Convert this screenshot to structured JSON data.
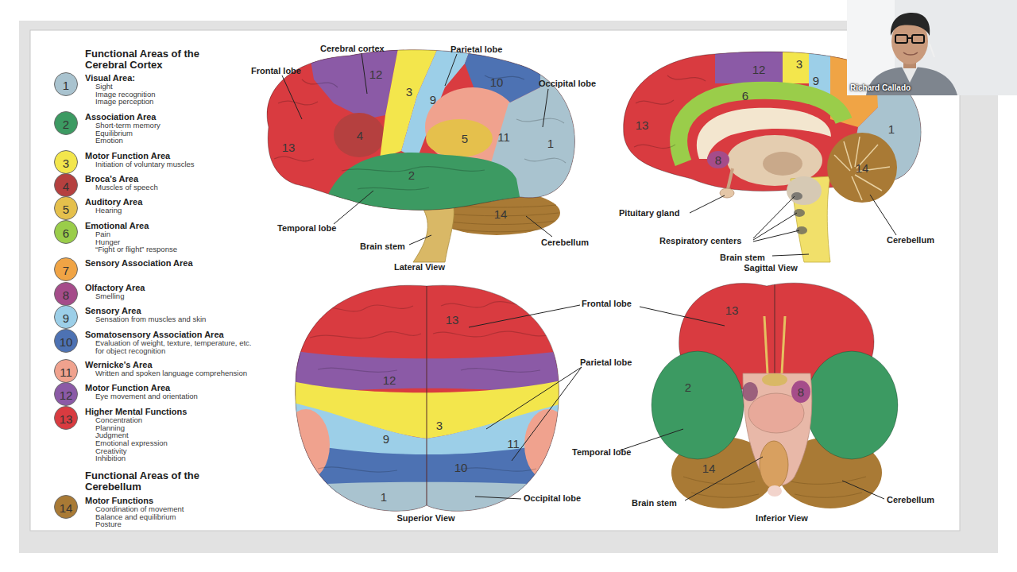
{
  "diagram": {
    "title": "Functional Areas of the Cerebral Cortex",
    "labels": [
      "1",
      "Sight",
      "Image recognition",
      "Image perception",
      "2",
      "Short-term memory",
      "Equilibrium",
      "Emotion",
      "3",
      "Initiation of voluntary muscles",
      "4",
      "Muscles of speech",
      "5",
      "Hearing",
      "6",
      "Pain",
      "Hunger",
      "“Fight or flight” response",
      "7",
      "8",
      "Smelling",
      "9",
      "Sensation from muscles and skin",
      "10",
      "Evaluation of weight, texture, temperature, etc. for object recognition",
      "11",
      "Written and spoken language comprehension",
      "12",
      "Eye movement and orientation",
      "13",
      "Concentration",
      "Planning",
      "Judgment",
      "Emotional expression",
      "Creativity",
      "Inhibition",
      "Functional Areas of the Cerebellum",
      "14",
      "Coordination of movement",
      "Balance and equilibrium",
      "Posture",
      "Frontal lobe",
      "Cerebral cortex",
      "Parietal lobe",
      "Occipital lobe",
      "12",
      "3",
      "9",
      "10",
      "13",
      "4",
      "5",
      "11",
      "1",
      "2",
      "14",
      "Temporal lobe",
      "Brain stem",
      "Cerebellum",
      "Lateral View",
      "12",
      "3",
      "9",
      "6",
      "13",
      "1",
      "8",
      "14",
      "Pituitary gland",
      "Respiratory centers",
      "Cerebellum",
      "Brain stem",
      "Sagittal View",
      "13",
      "Frontal lobe",
      "12",
      "Parietal lobe",
      "3",
      "9",
      "11",
      "10",
      "1",
      "Occipital lobe",
      "Superior View",
      "13",
      "2",
      "8",
      "Temporal lobe",
      "14",
      "Brain stem",
      "Cerebellum",
      "Inferior View",
      "Richard Callado"
    ],
    "legend": [
      {
        "text": "Visual Area:",
        "color": "#a9c3cf"
      },
      {
        "text": "Association Area",
        "color": "#3c9a62"
      },
      {
        "text": "Motor Function Area",
        "color": "#f3e64c"
      },
      {
        "text": "Broca's Area",
        "color": "#b5403f"
      },
      {
        "text": "Auditory Area",
        "color": "#e5c04c"
      },
      {
        "text": "Emotional Area",
        "color": "#9acd4a"
      },
      {
        "text": "Sensory Association Area",
        "color": "#f0a445"
      },
      {
        "text": "Olfactory Area",
        "color": "#a54c8a"
      },
      {
        "text": "Sensory Area",
        "color": "#9ccfe8"
      },
      {
        "text": "Somatosensory Association Area",
        "color": "#4d72b3"
      },
      {
        "text": "Wernicke's Area",
        "color": "#f0a28e"
      },
      {
        "text": "Motor Function Area",
        "color": "#8b5aa6"
      },
      {
        "text": "Higher Mental Functions",
        "color": "#d93b40"
      },
      {
        "text": "Motor Functions",
        "color": "#a97a35"
      }
    ]
  }
}
